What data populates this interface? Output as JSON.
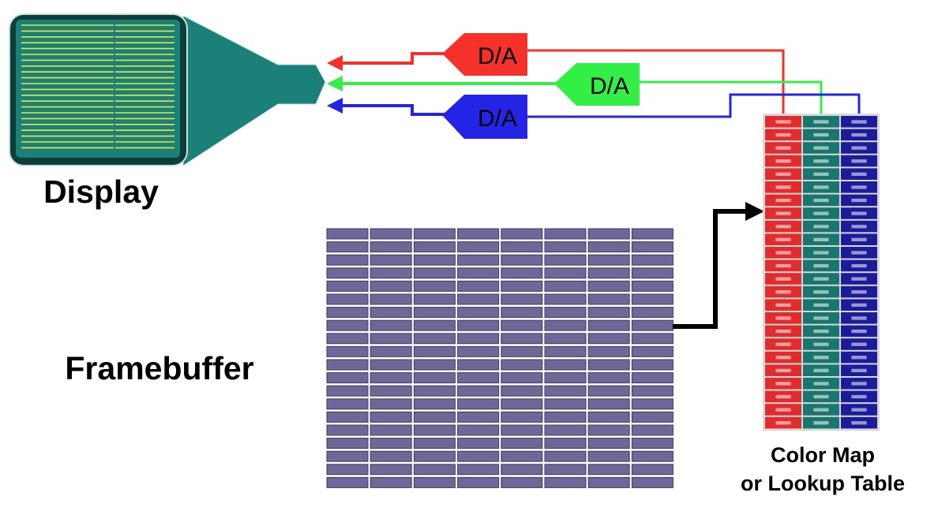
{
  "labels": {
    "display": "Display",
    "framebuffer": "Framebuffer",
    "color_map_line1": "Color Map",
    "color_map_line2": "or Lookup Table"
  },
  "converters": [
    {
      "label": "D/A",
      "channel": "red"
    },
    {
      "label": "D/A",
      "channel": "green"
    },
    {
      "label": "D/A",
      "channel": "blue"
    }
  ],
  "colors": {
    "red": "#f5312a",
    "green": "#33ee44",
    "blue": "#2424e6",
    "monitor": "#1a8078",
    "monitor_dark": "#0e3e3a",
    "scanline": "#e8e840",
    "cell": "#6e6898",
    "lut_red": "#e02c2c",
    "lut_green": "#19766e",
    "lut_blue": "#1c1c9a",
    "pointer": "#000000"
  },
  "framebuffer": {
    "rows": 20,
    "cols": 8
  },
  "lookup_table": {
    "rows": 24,
    "columns": [
      "red",
      "green",
      "blue"
    ]
  },
  "lookup_table_highlight_row": 7
}
